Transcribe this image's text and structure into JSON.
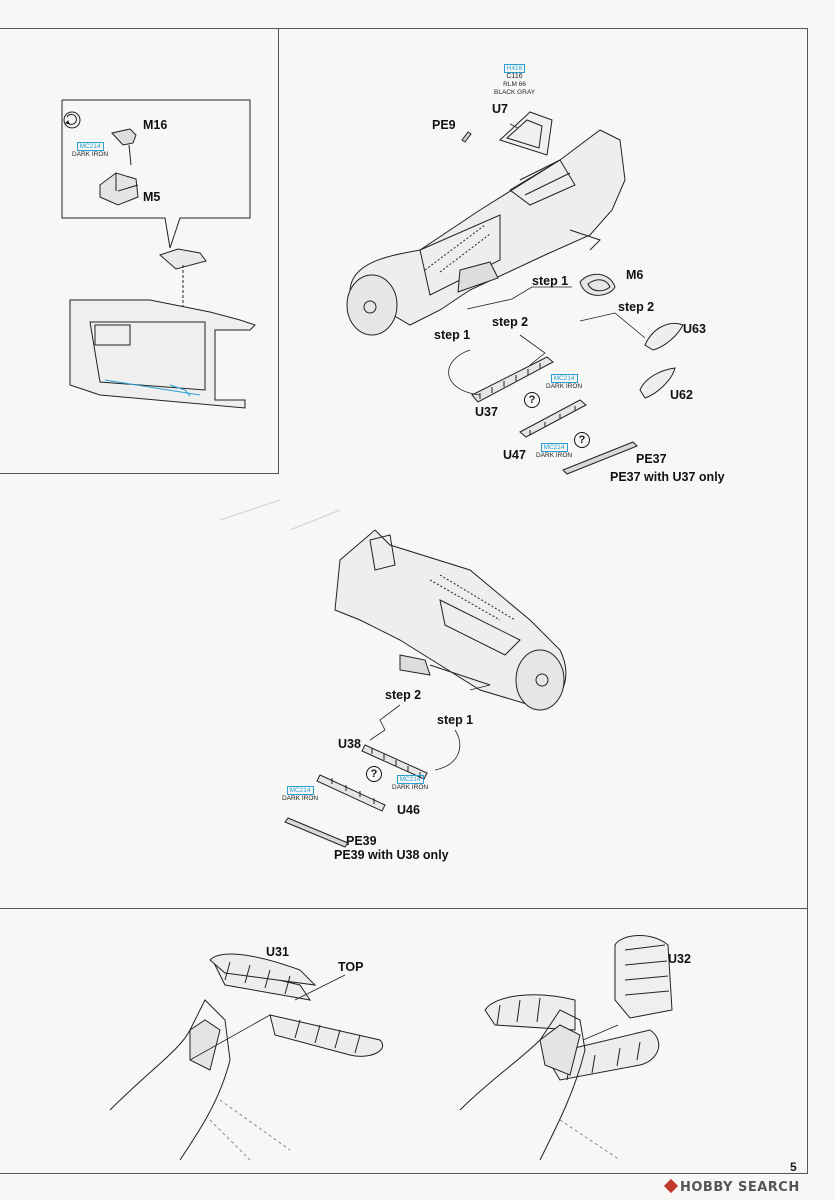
{
  "inset_top_left": {
    "part_m16": "M16",
    "part_m5": "M5",
    "paint_code": "MC214",
    "paint_name": "DARK IRON",
    "icon": "rotate-icon"
  },
  "step_top_right": {
    "paint_main": {
      "code": "H416",
      "line1": "C116",
      "line2": "RLM 66",
      "line3": "BLACK GRAY"
    },
    "parts": {
      "u7": "U7",
      "pe9": "PE9",
      "m6": "M6",
      "u63": "U63",
      "u62": "U62",
      "u37": "U37",
      "u47": "U47",
      "pe37": "PE37"
    },
    "steps": {
      "step1_a": "step 1",
      "step2_a": "step 2",
      "step2_b": "step 2",
      "step1_b": "step 1"
    },
    "paint_u37": {
      "code": "MC214",
      "name": "DARK IRON"
    },
    "paint_u47": {
      "code": "MC214",
      "name": "DARK IRON"
    },
    "note": "PE37 with U37 only",
    "question": "?"
  },
  "step_middle": {
    "steps": {
      "step2": "step 2",
      "step1": "step 1"
    },
    "parts": {
      "u38": "U38",
      "u46": "U46",
      "pe39": "PE39"
    },
    "paint_u38": {
      "code": "MC214",
      "name": "DARK IRON"
    },
    "paint_u46": {
      "code": "MC214",
      "name": "DARK IRON"
    },
    "note": "PE39 with U38 only",
    "question": "?"
  },
  "step_bottom": {
    "parts": {
      "u31": "U31",
      "top": "TOP",
      "u32": "U32"
    }
  },
  "footer": {
    "page_number": "5",
    "watermark": "HOBBY SEARCH"
  }
}
